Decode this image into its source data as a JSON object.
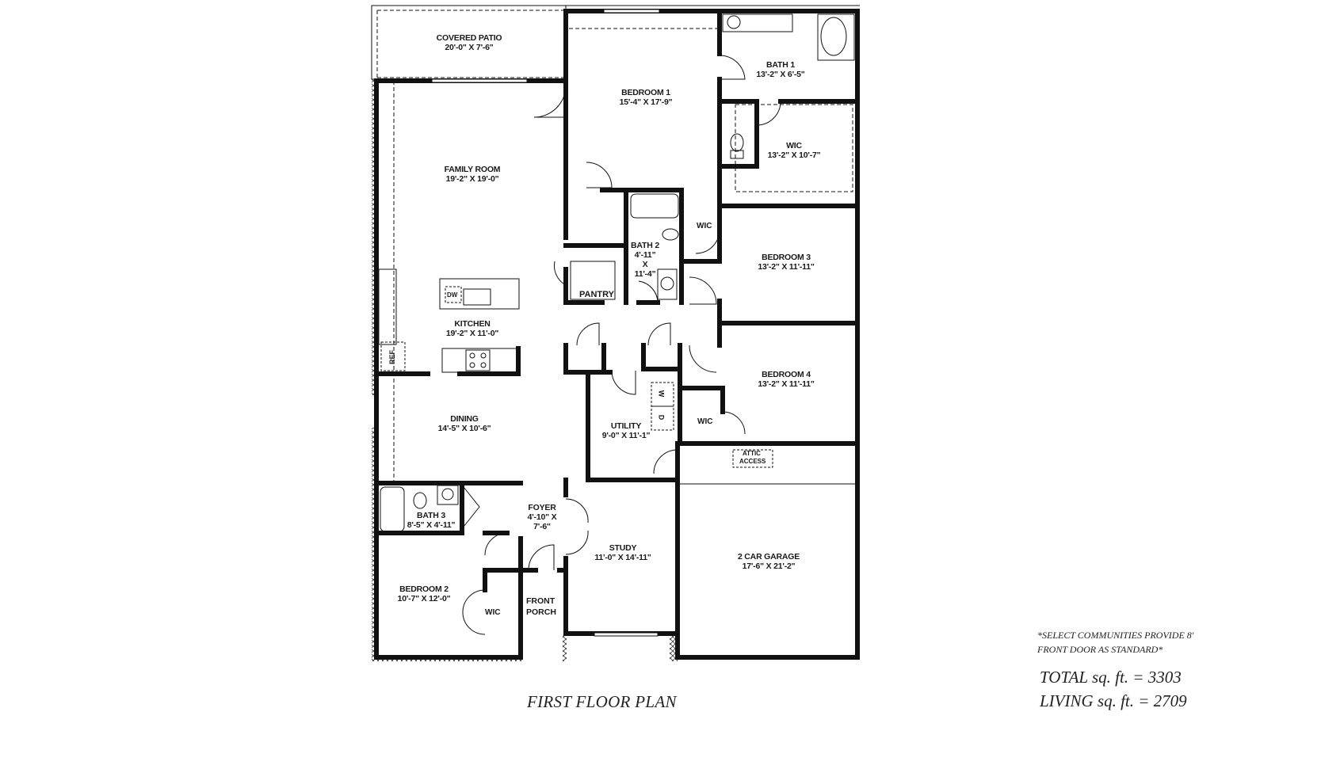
{
  "plan": {
    "title": "FIRST FLOOR PLAN",
    "note": [
      "*SELECT COMMUNITIES PROVIDE 8'",
      "FRONT DOOR AS STANDARD*"
    ],
    "totals": {
      "total_label": "TOTAL sq. ft. = 3303",
      "living_label": "LIVING sq. ft. = 2709",
      "total_sqft": 3303,
      "living_sqft": 2709
    },
    "rooms": [
      {
        "id": "covered-patio",
        "name": "COVERED PATIO",
        "dims": "20'-0\" X 7'-6\""
      },
      {
        "id": "bedroom-1",
        "name": "BEDROOM 1",
        "dims": "15'-4\" X 17'-9\""
      },
      {
        "id": "bath-1",
        "name": "BATH 1",
        "dims": "13'-2\" X 6'-5\""
      },
      {
        "id": "wic-master",
        "name": "WIC",
        "dims": "13'-2\" X 10'-7\""
      },
      {
        "id": "family-room",
        "name": "FAMILY ROOM",
        "dims": "19'-2\" X 19'-0\""
      },
      {
        "id": "bath-2",
        "name": "BATH 2",
        "dims": "4'-11\" X 11'-4\""
      },
      {
        "id": "bedroom-3",
        "name": "BEDROOM 3",
        "dims": "13'-2\" X 11'-11\""
      },
      {
        "id": "kitchen",
        "name": "KITCHEN",
        "dims": "19'-2\" X 11'-0\""
      },
      {
        "id": "bedroom-4",
        "name": "BEDROOM 4",
        "dims": "13'-2\" X 11'-11\""
      },
      {
        "id": "dining",
        "name": "DINING",
        "dims": "14'-5\" X 10'-6\""
      },
      {
        "id": "utility",
        "name": "UTILITY",
        "dims": "9'-0\" X 11'-1\""
      },
      {
        "id": "foyer",
        "name": "FOYER",
        "dims": "4'-10\" X 7'-6\""
      },
      {
        "id": "bath-3",
        "name": "BATH 3",
        "dims": "8'-5\" X 4'-11\""
      },
      {
        "id": "study",
        "name": "STUDY",
        "dims": "11'-0\" X 14'-11\""
      },
      {
        "id": "garage",
        "name": "2 CAR GARAGE",
        "dims": "17'-6\" X 21'-2\""
      },
      {
        "id": "bedroom-2",
        "name": "BEDROOM 2",
        "dims": "10'-7\" X 12'-0\""
      }
    ],
    "tags": {
      "pantry": "PANTRY",
      "wic_bed3": "WIC",
      "wic_bed4": "WIC",
      "wic_bed2": "WIC",
      "front_porch_1": "FRONT",
      "front_porch_2": "PORCH",
      "attic_1": "ATTIC",
      "attic_2": "ACCESS",
      "dw": "DW",
      "ref": "REF",
      "washer": "W",
      "dryer": "D",
      "bath2_x": "X"
    }
  }
}
